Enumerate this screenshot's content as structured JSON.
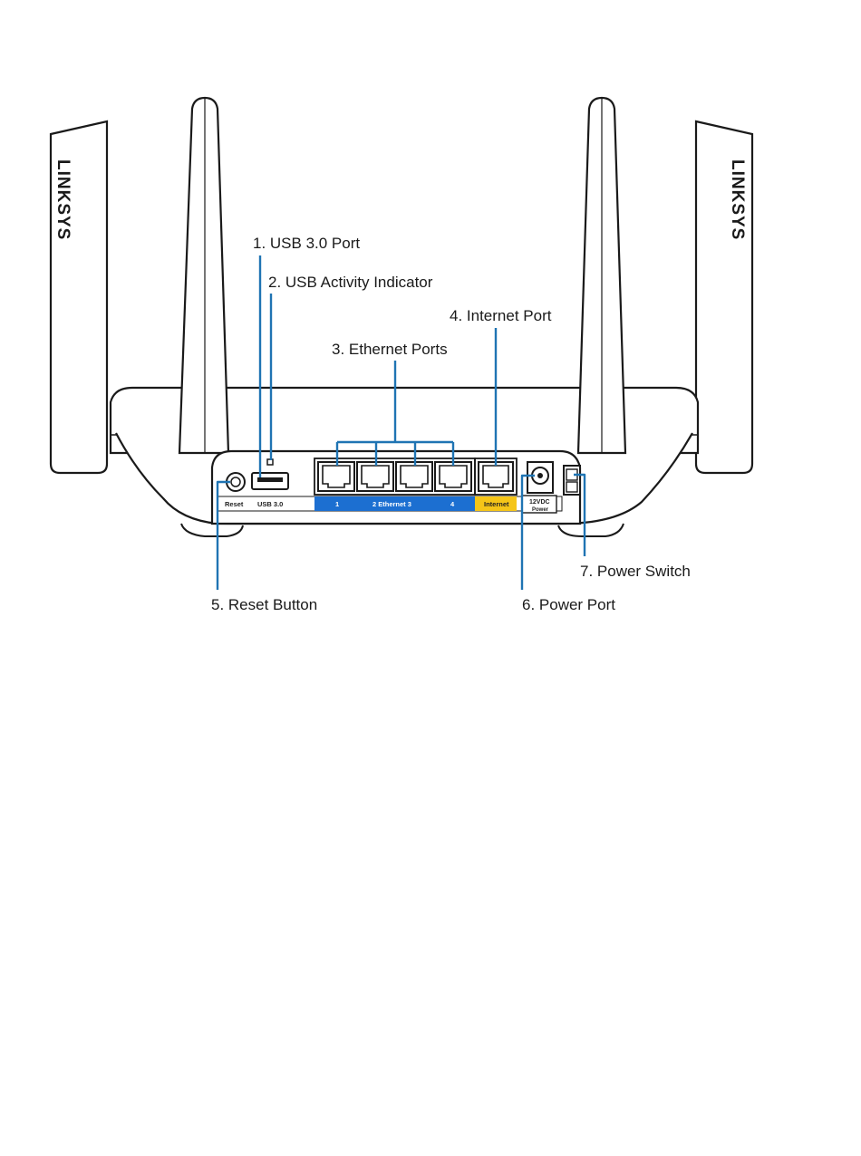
{
  "brand": {
    "logo_text": "LINKSYS"
  },
  "colors": {
    "leader": "#1f74b3",
    "ethernet_band": "#1c6fd1",
    "internet_band": "#f5c518",
    "outline": "#1a1a1a"
  },
  "callouts": {
    "usb_port": "1. USB 3.0 Port",
    "usb_activity": "2. USB Activity Indicator",
    "ethernet_ports": "3. Ethernet Ports",
    "internet_port": "4. Internet Port",
    "reset_button": "5. Reset Button",
    "power_port": "6. Power Port",
    "power_switch": "7. Power Switch"
  },
  "panel_labels": {
    "reset": "Reset",
    "usb": "USB 3.0",
    "eth1": "1",
    "eth_mid": "2  Ethernet  3",
    "eth4": "4",
    "internet": "Internet",
    "power_voltage": "12VDC",
    "power": "Power"
  }
}
